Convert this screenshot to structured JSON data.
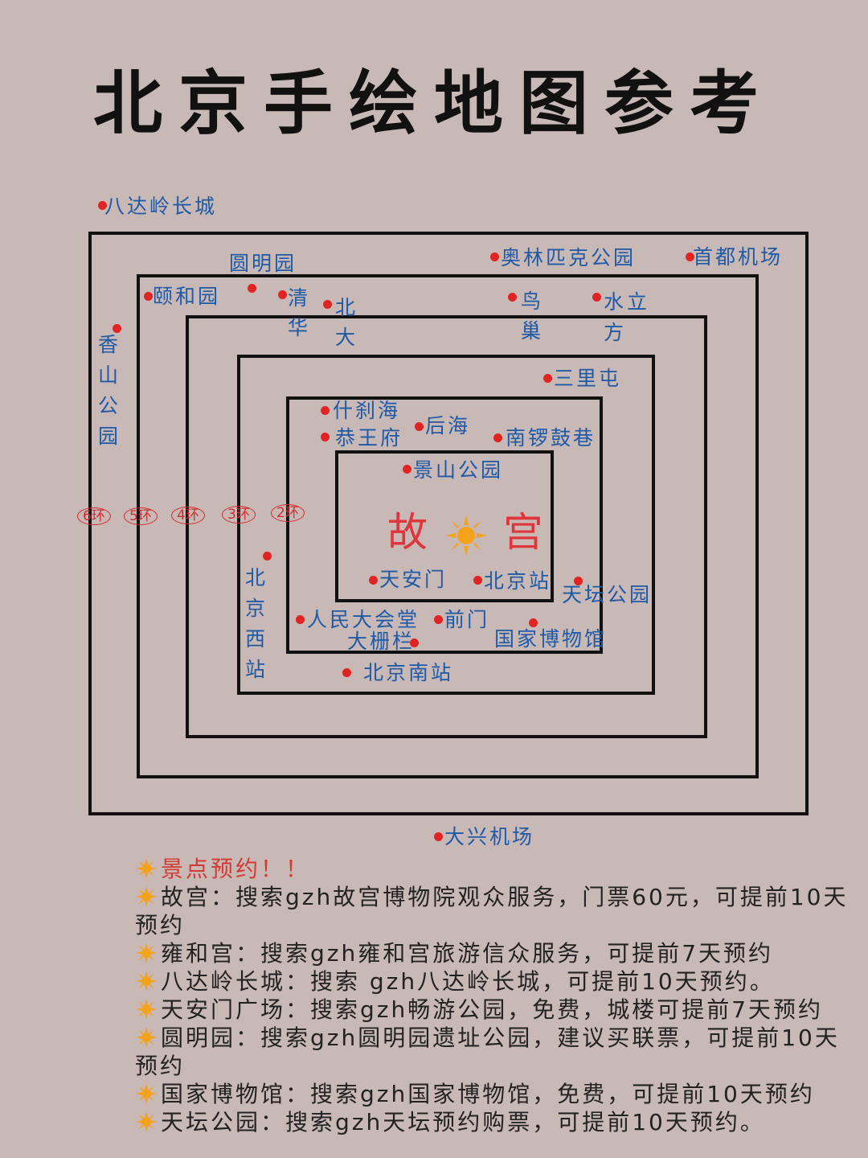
{
  "title": "北京手绘地图参考",
  "palace": {
    "left": "故",
    "right": "宫"
  },
  "ring_labels": [
    "6环",
    "5环",
    "4环",
    "3环",
    "2环"
  ],
  "places": {
    "badaling": "八达岭长城",
    "yuanmingyuan": "圆明园",
    "olympic": "奥林匹克公园",
    "airport_capital": "首都机场",
    "yiheyuan": "颐和园",
    "qinghua": "清华",
    "beida": "北大",
    "niaochao": "鸟巢",
    "shuilifang": "水立方",
    "xiangshan": "香山公园",
    "sanlitun": "三里屯",
    "shichahai": "什刹海",
    "gongwangfu": "恭王府",
    "houhai": "后海",
    "nanluoguxiang": "南锣鼓巷",
    "jingshan": "景山公园",
    "tiananmen": "天安门",
    "beijingzhan": "北京站",
    "tiantan": "天坛公园",
    "beijingxizhan": "北京西站",
    "renda": "人民大会堂",
    "qianmen": "前门",
    "dashilan": "大栅栏",
    "guobo": "国家博物馆",
    "nanzhan": "北京南站",
    "daxing": "大兴机场"
  },
  "notes": {
    "header": "景点预约！！",
    "items": [
      "故宫：搜索gzh故宫博物院观众服务，门票60元，可提前10天预约",
      "雍和宫：搜索gzh雍和宫旅游信众服务，可提前7天预约",
      "八达岭长城：搜索 gzh八达岭长城，可提前10天预约。",
      "天安门广场：搜索gzh畅游公园，免费，城楼可提前7天预约",
      "圆明园：搜索gzh圆明园遗址公园，建议买联票，可提前10天预约",
      "国家博物馆：搜索gzh国家博物馆，免费，可提前10天预约",
      "天坛公园：搜索gzh天坛预约购票，可提前10天预约。"
    ]
  },
  "colors": {
    "background": "#c8b8b6",
    "label_blue": "#1f5aa6",
    "marker_red": "#e02424",
    "palace_red": "#e0353a",
    "sun_orange": "#f4a21a"
  }
}
